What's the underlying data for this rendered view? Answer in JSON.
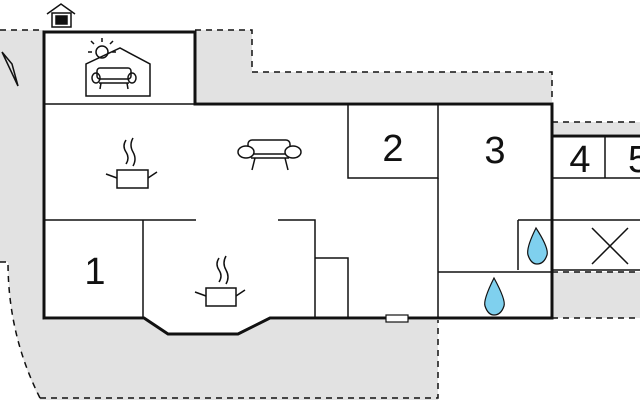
{
  "rooms": [
    {
      "id": "1",
      "label": "1"
    },
    {
      "id": "2",
      "label": "2"
    },
    {
      "id": "3",
      "label": "3"
    },
    {
      "id": "4",
      "label": "4"
    },
    {
      "id": "5",
      "label": "5"
    }
  ],
  "icons": [
    "house-entrance-icon",
    "sunroom-sofa-icon",
    "cooking-pot-icon",
    "sofa-icon",
    "water-drop-icon",
    "cross-mark-icon"
  ],
  "colors": {
    "walls": "#111111",
    "outdoor_area": "#e2e2e2",
    "water": "#7fd0ee",
    "background": "#ffffff"
  }
}
